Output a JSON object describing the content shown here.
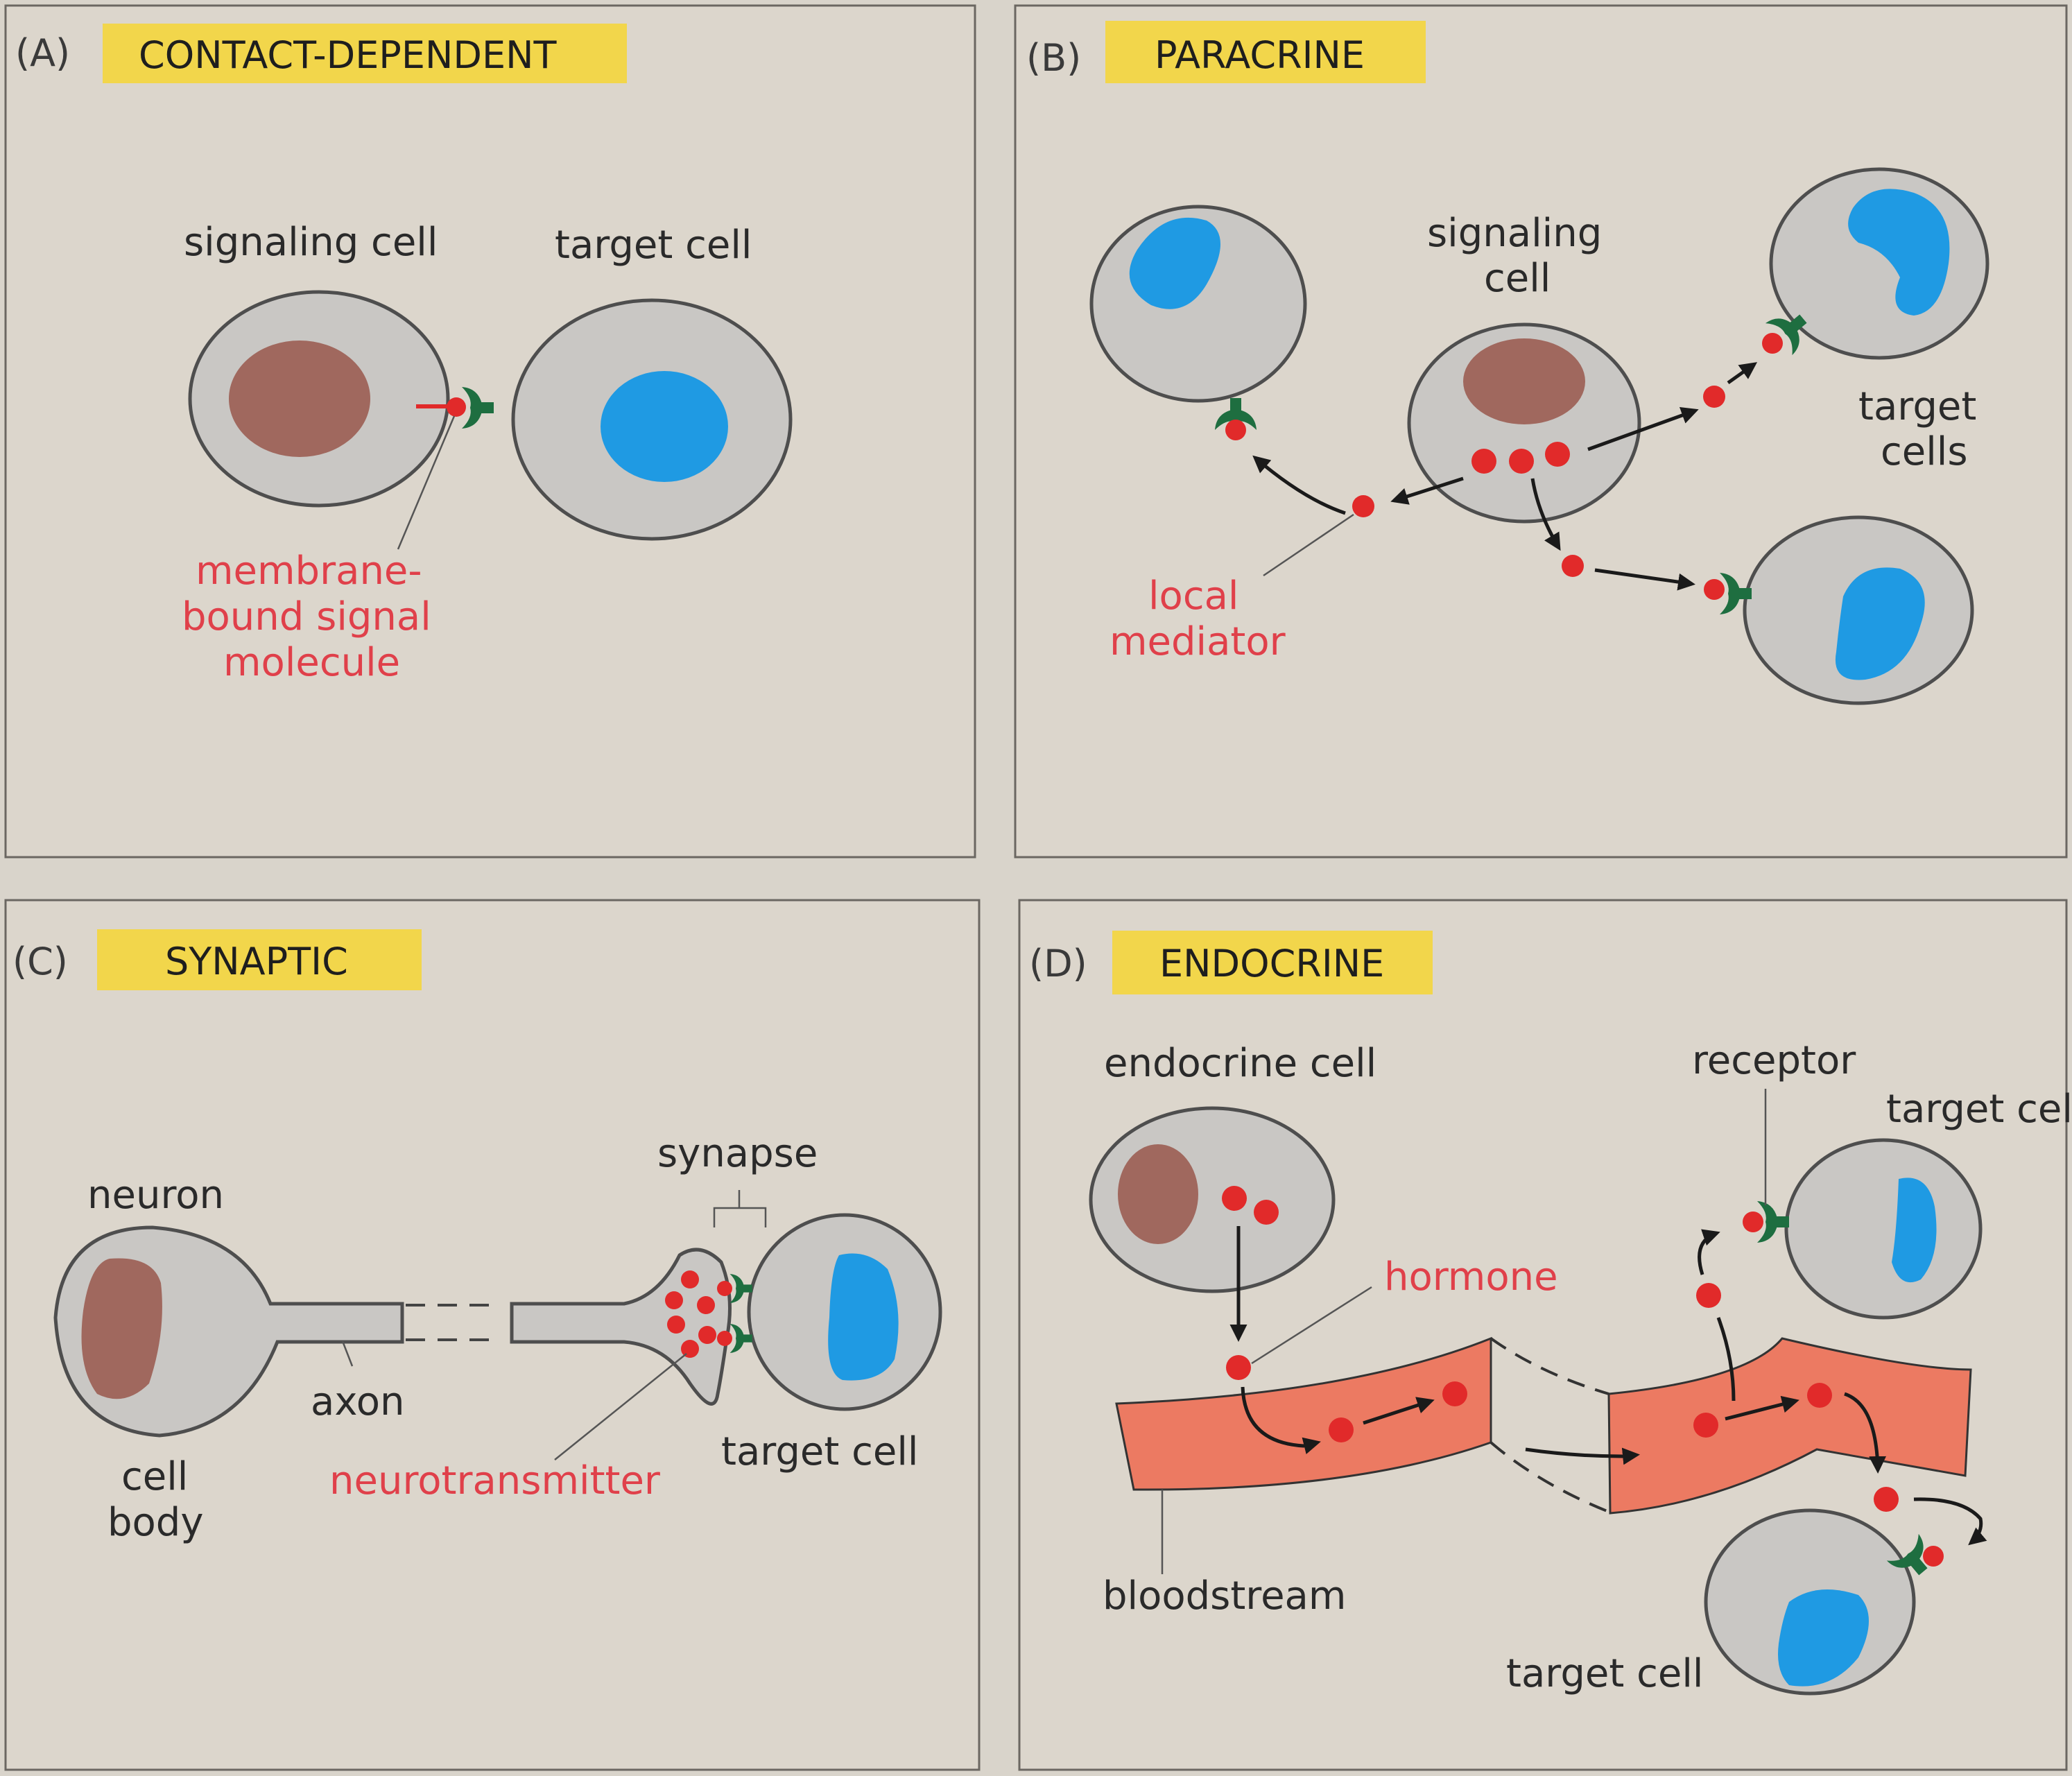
{
  "panels": {
    "a": {
      "letter": "(A)",
      "title": "CONTACT-DEPENDENT",
      "labels": {
        "signaling_cell": "signaling cell",
        "target_cell": "target cell",
        "signal_line1": "membrane-",
        "signal_line2": "bound signal",
        "signal_line3": "molecule"
      }
    },
    "b": {
      "letter": "(B)",
      "title": "PARACRINE",
      "labels": {
        "signaling_line1": "signaling",
        "signaling_line2": "cell",
        "target_line1": "target",
        "target_line2": "cells",
        "mediator_line1": "local",
        "mediator_line2": "mediator"
      }
    },
    "c": {
      "letter": "(C)",
      "title": "SYNAPTIC",
      "labels": {
        "neuron": "neuron",
        "synapse": "synapse",
        "axon": "axon",
        "cell_body_line1": "cell",
        "cell_body_line2": "body",
        "neurotransmitter": "neurotransmitter",
        "target_cell": "target cell"
      }
    },
    "d": {
      "letter": "(D)",
      "title": "ENDOCRINE",
      "labels": {
        "endocrine_cell": "endocrine cell",
        "receptor": "receptor",
        "target_cell_top": "target cel",
        "hormone": "hormone",
        "bloodstream": "bloodstream",
        "target_cell_bottom": "target cell"
      }
    }
  },
  "colors": {
    "title_bg": "#f2d64b",
    "signal": "#e12a2a",
    "receptor": "#1e6e40",
    "blood": "#ec7a62",
    "label_red": "#e0404a"
  }
}
